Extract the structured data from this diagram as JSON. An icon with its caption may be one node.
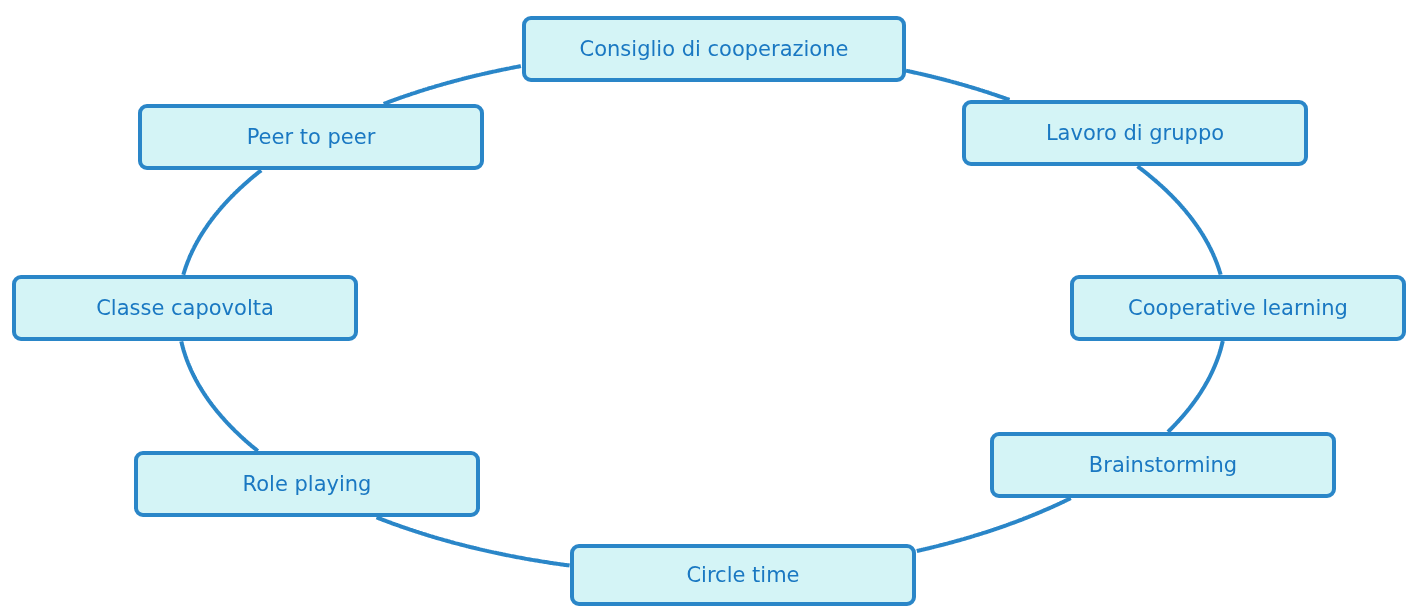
{
  "diagram": {
    "nodes": [
      {
        "text": [
          "Consiglio di cooperazione"
        ]
      },
      {
        "text": [
          "Lavoro di gruppo"
        ]
      },
      {
        "text": [
          "Cooperative learning"
        ]
      },
      {
        "text": [
          "Brainstorming"
        ]
      },
      {
        "text": [
          "Circle time"
        ]
      },
      {
        "text": [
          "Role playing"
        ]
      },
      {
        "text": [
          "Classe capovolta"
        ]
      },
      {
        "text": [
          "Peer to peer"
        ]
      }
    ],
    "edges": [
      {
        "from": 0,
        "to": 1,
        "arrow": "none"
      },
      {
        "from": 1,
        "to": 2,
        "arrow": "none"
      },
      {
        "from": 2,
        "to": 3,
        "arrow": "none"
      },
      {
        "from": 3,
        "to": 4,
        "arrow": "none"
      },
      {
        "from": 4,
        "to": 5,
        "arrow": "none"
      },
      {
        "from": 5,
        "to": 6,
        "arrow": "none"
      },
      {
        "from": 6,
        "to": 7,
        "arrow": "none"
      },
      {
        "from": 7,
        "to": 0,
        "arrow": "none"
      }
    ]
  }
}
